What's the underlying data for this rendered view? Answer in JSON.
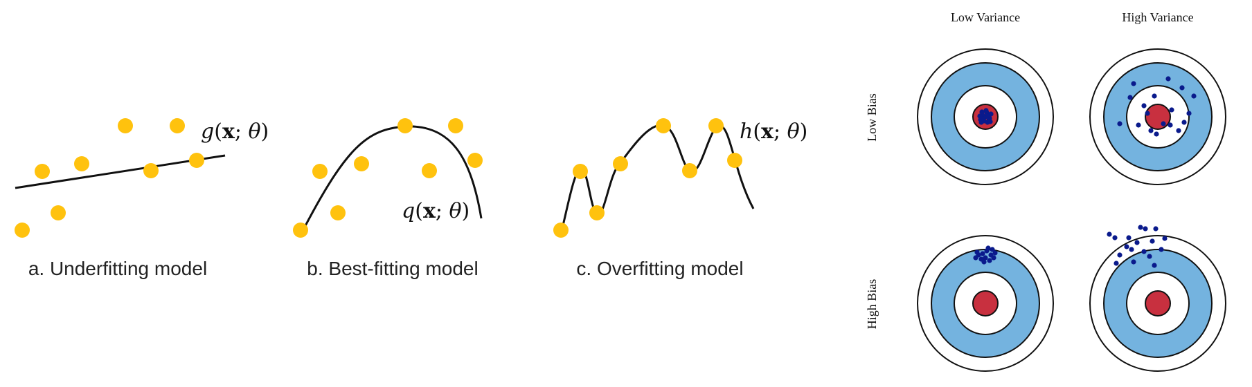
{
  "colors": {
    "point": "#FFC20E",
    "curve": "#111111",
    "ring_outline": "#111111",
    "ring_blue": "#74B3DF",
    "bullseye": "#C8303F",
    "dot": "#0A1A8C",
    "background": "#ffffff"
  },
  "fitting": {
    "panels": [
      {
        "id": "underfit",
        "caption": "a. Underfitting model",
        "formula": {
          "func": "g",
          "open": "(",
          "vec": "x",
          "sep": "; ",
          "param": "θ",
          "close": ")"
        }
      },
      {
        "id": "bestfit",
        "caption": "b. Best-fitting model",
        "formula": {
          "func": "q",
          "open": "(",
          "vec": "x",
          "sep": "; ",
          "param": "θ",
          "close": ")"
        }
      },
      {
        "id": "overfit",
        "caption": "c. Overfitting model",
        "formula": {
          "func": "h",
          "open": "(",
          "vec": "x",
          "sep": "; ",
          "param": "θ",
          "close": ")"
        }
      }
    ]
  },
  "bias_variance": {
    "column_labels": [
      "Low Variance",
      "High Variance"
    ],
    "row_labels": [
      "Low Bias",
      "High Bias"
    ],
    "targets": [
      {
        "id": "low-bias-low-variance",
        "row": 0,
        "col": 0
      },
      {
        "id": "low-bias-high-variance",
        "row": 0,
        "col": 1
      },
      {
        "id": "high-bias-low-variance",
        "row": 1,
        "col": 0
      },
      {
        "id": "high-bias-high-variance",
        "row": 1,
        "col": 1
      }
    ]
  }
}
